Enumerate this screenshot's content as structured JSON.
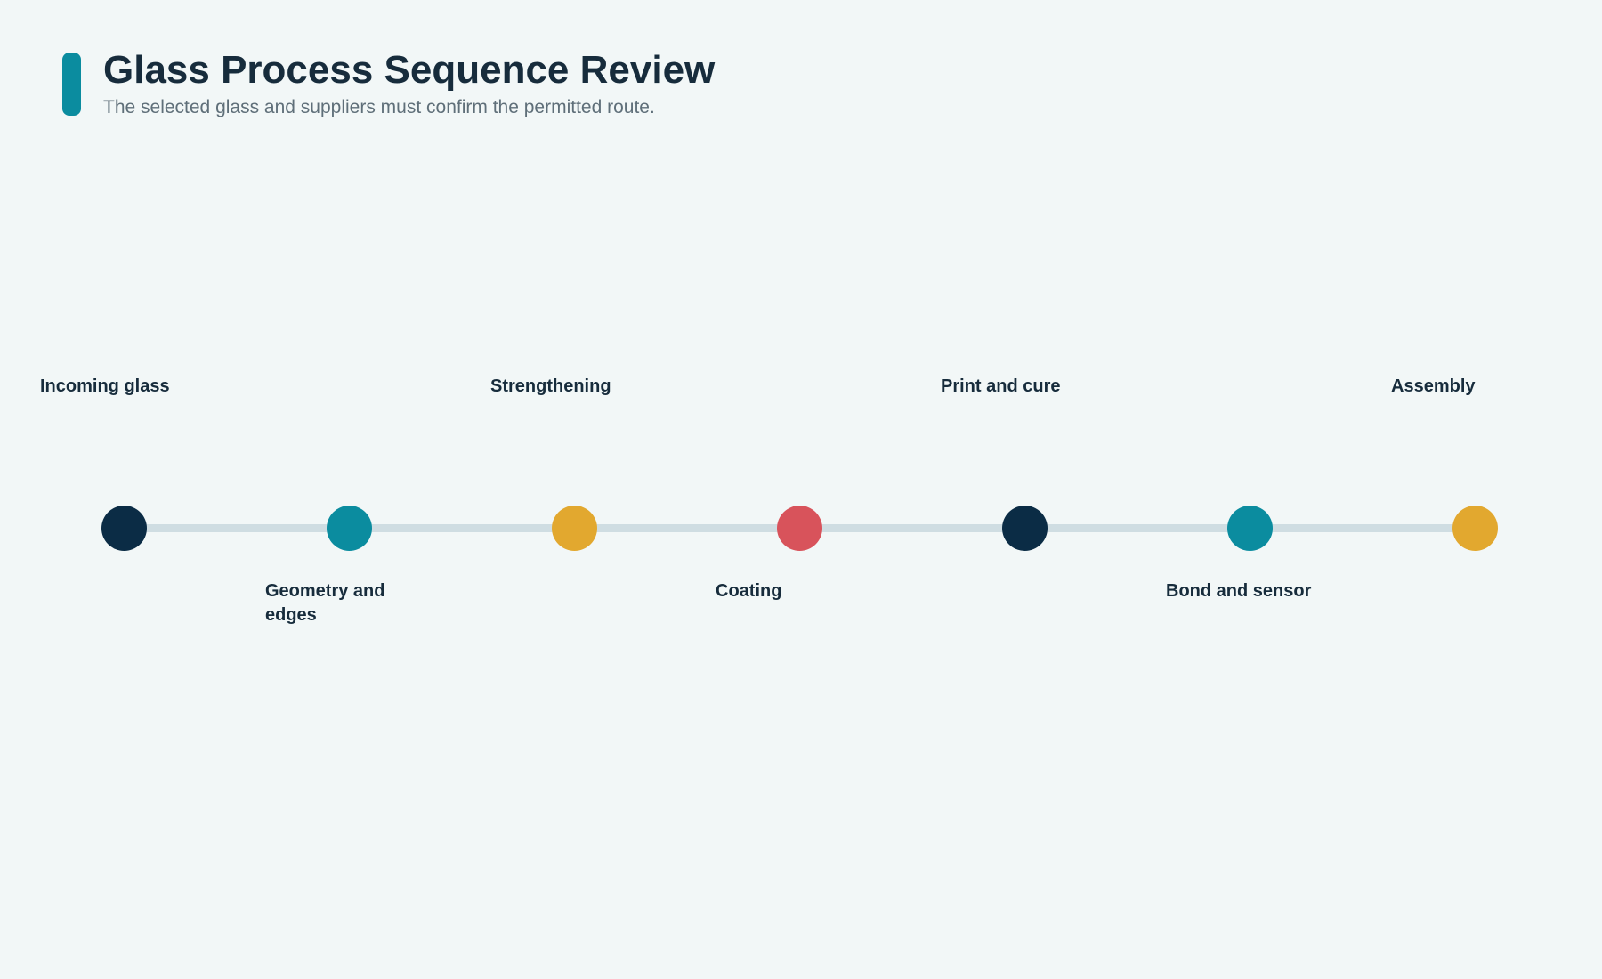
{
  "header": {
    "title": "Glass Process Sequence Review",
    "subtitle": "The selected glass and suppliers must confirm the permitted route."
  },
  "steps": [
    {
      "label": "Incoming glass",
      "color": "#0b2c45",
      "position": "above"
    },
    {
      "label": "Geometry and edges",
      "color": "#0b8c9f",
      "position": "below"
    },
    {
      "label": "Strengthening",
      "color": "#e2a82f",
      "position": "above"
    },
    {
      "label": "Coating",
      "color": "#d8535b",
      "position": "below"
    },
    {
      "label": "Print and cure",
      "color": "#0b2c45",
      "position": "above"
    },
    {
      "label": "Bond and sensor",
      "color": "#0b8c9f",
      "position": "below"
    },
    {
      "label": "Assembly",
      "color": "#e2a82f",
      "position": "above"
    }
  ],
  "colors": {
    "accent": "#0b8c9f",
    "track": "#cfdde2",
    "background": "#f2f7f7"
  }
}
